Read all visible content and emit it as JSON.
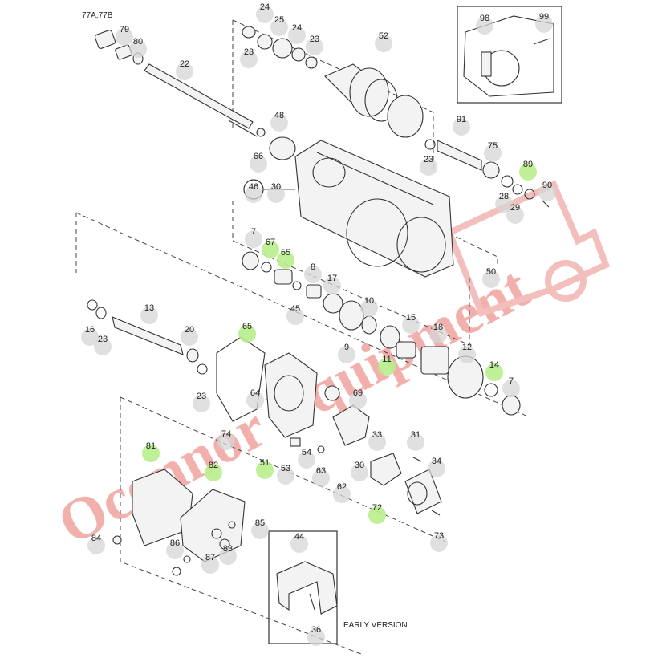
{
  "captions": {
    "variant": "77A,77B",
    "early_version": "EARLY VERSION"
  },
  "watermark": {
    "text": "Oconnor Equipment",
    "color": "#e0302a"
  },
  "colors": {
    "highlight": "#b8ee8c",
    "callout": "#d6d6d6",
    "line": "#333333"
  },
  "highlighted_parts": [
    "89",
    "67",
    "65",
    "11",
    "14",
    "51",
    "72",
    "81",
    "82"
  ],
  "callouts": [
    "24",
    "25",
    "23",
    "24",
    "23",
    "79",
    "80",
    "52",
    "98",
    "99",
    "22",
    "48",
    "66",
    "91",
    "23",
    "75",
    "89",
    "28",
    "29",
    "90",
    "46",
    "30",
    "7",
    "67",
    "65",
    "8",
    "17",
    "45",
    "50",
    "10",
    "16",
    "23",
    "13",
    "20",
    "65",
    "9",
    "11",
    "15",
    "18",
    "12",
    "14",
    "7",
    "64",
    "69",
    "23",
    "74",
    "51",
    "53",
    "54",
    "63",
    "62",
    "30",
    "33",
    "31",
    "34",
    "72",
    "73",
    "81",
    "82",
    "84",
    "85",
    "86",
    "87",
    "83",
    "44",
    "36"
  ]
}
